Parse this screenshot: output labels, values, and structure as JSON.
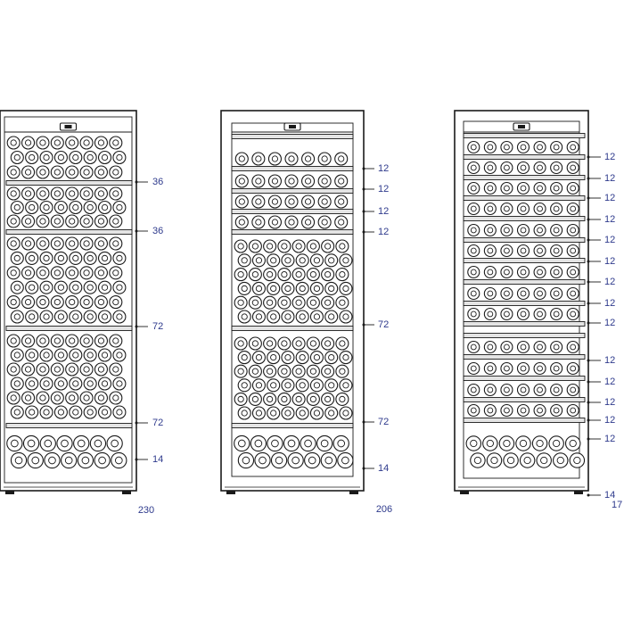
{
  "colors": {
    "line": "#1a1a1a",
    "label": "#2e3a8c",
    "bottle_fill": "#ffffff",
    "shelf_fill": "#e4e4e4",
    "cap_fill": "#d0d0d0"
  },
  "cabinets": [
    {
      "id": "a",
      "total": "230",
      "zones": [
        {
          "label": "36"
        },
        {
          "label": "36"
        },
        {
          "label": "72"
        },
        {
          "label": "72"
        },
        {
          "label": "14"
        }
      ]
    },
    {
      "id": "b",
      "total": "206",
      "zones": [
        {
          "label": "12"
        },
        {
          "label": "12"
        },
        {
          "label": "12"
        },
        {
          "label": "12"
        },
        {
          "label": "72"
        },
        {
          "label": "72"
        },
        {
          "label": "14"
        }
      ]
    },
    {
      "id": "c",
      "total": "17",
      "zones": [
        {
          "label": "12"
        },
        {
          "label": "12"
        },
        {
          "label": "12"
        },
        {
          "label": "12"
        },
        {
          "label": "12"
        },
        {
          "label": "12"
        },
        {
          "label": "12"
        },
        {
          "label": "12"
        },
        {
          "label": "12"
        },
        {
          "label": "12"
        },
        {
          "label": "12"
        },
        {
          "label": "12"
        },
        {
          "label": "12"
        },
        {
          "label": "12"
        },
        {
          "label": "14"
        }
      ]
    }
  ]
}
